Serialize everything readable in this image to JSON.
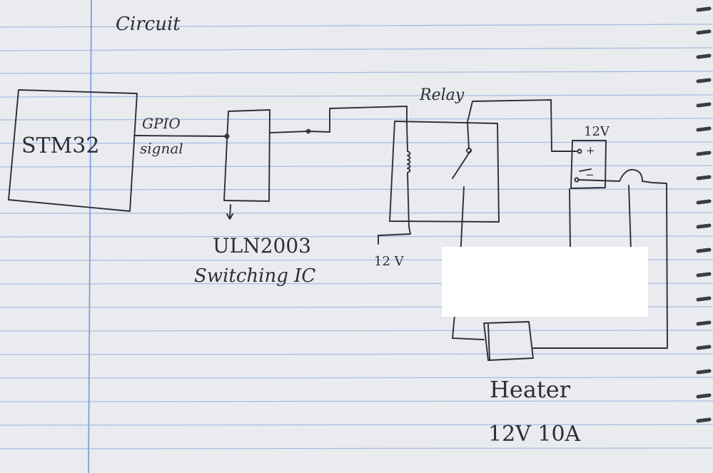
{
  "title": "Circuit",
  "blocks": {
    "mcu": "STM32",
    "driver_ic": "ULN2003",
    "driver_desc": "Switching IC",
    "relay": "Relay",
    "battery_voltage": "12V",
    "battery_plus": "+",
    "battery_minus": "−"
  },
  "signal_label": [
    "GPIO",
    "signal"
  ],
  "coil_supply": "12 V",
  "load": {
    "name": "Heater",
    "rating": "12V 10A"
  },
  "colors": {
    "paper": "#e9ebef",
    "rule_line": "#9fb3d6",
    "margin_line": "#7ea0dd",
    "ink": "#2e2e36",
    "redaction": "#ffffff"
  }
}
